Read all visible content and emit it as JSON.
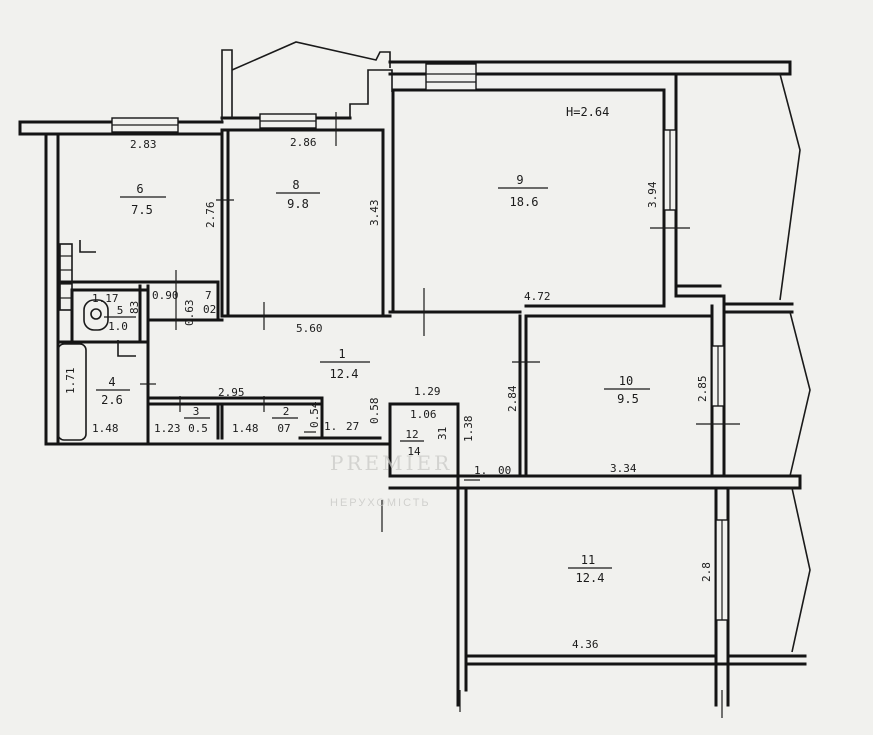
{
  "ceiling_height": "H=2.64",
  "rooms": [
    {
      "id": "6",
      "num": "6",
      "area": "7.5"
    },
    {
      "id": "8",
      "num": "8",
      "area": "9.8"
    },
    {
      "id": "9",
      "num": "9",
      "area": "18.6"
    },
    {
      "id": "5",
      "num": "5",
      "area": "1.0"
    },
    {
      "id": "1",
      "num": "1",
      "area": "12.4"
    },
    {
      "id": "4",
      "num": "4",
      "area": "2.6"
    },
    {
      "id": "3",
      "num": "3",
      "area": "0.5"
    },
    {
      "id": "2",
      "num": "2",
      "area": "07"
    },
    {
      "id": "12",
      "num": "12",
      "area": "14"
    },
    {
      "id": "10",
      "num": "10",
      "area": "9.5"
    },
    {
      "id": "11",
      "num": "11",
      "area": "12.4"
    }
  ],
  "dimensions": [
    "2.83",
    "2.86",
    "2.76",
    "3.43",
    "3.94",
    "4.72",
    "1.17",
    "0.90",
    "7",
    "83",
    "0.63",
    "02",
    "1.71",
    "1.48",
    "5.60",
    "2.95",
    "1.23",
    "1.48",
    "0.54",
    "0.58",
    "1.",
    "27",
    "1.29",
    "1.06",
    "31",
    "1.38",
    "1.",
    "00",
    "2.84",
    "2.85",
    "3.34",
    "2.8",
    "4.36"
  ],
  "watermark": {
    "brand": "PREMIER",
    "tagline": "НЕРУХОМІСТЬ"
  }
}
